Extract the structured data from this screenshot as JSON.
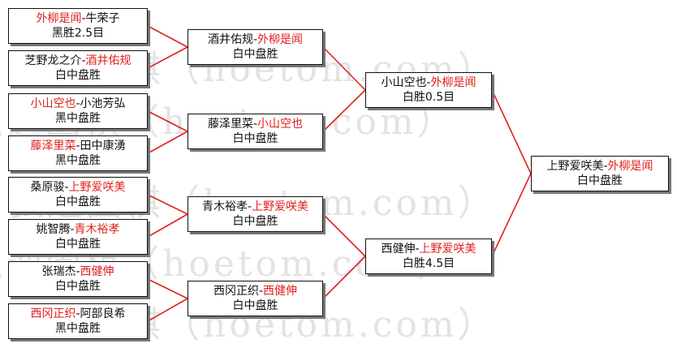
{
  "watermark": "弘通围棋（hoetom.com）",
  "colors": {
    "winner": "#e0211d",
    "line": "#e0211d",
    "text": "#111111"
  },
  "round1": [
    {
      "p1": "外柳是闻",
      "p2": "牛荣子",
      "winner": 1,
      "result": "黑胜2.5目"
    },
    {
      "p1": "芝野龙之介",
      "p2": "酒井佑规",
      "winner": 2,
      "result": "白中盘胜"
    },
    {
      "p1": "小山空也",
      "p2": "小池芳弘",
      "winner": 1,
      "result": "黑中盘胜"
    },
    {
      "p1": "藤泽里菜",
      "p2": "田中康湧",
      "winner": 1,
      "result": "黑中盘胜"
    },
    {
      "p1": "桑原骏",
      "p2": "上野爱咲美",
      "winner": 2,
      "result": "白中盘胜"
    },
    {
      "p1": "姚智腾",
      "p2": "青木裕孝",
      "winner": 2,
      "result": "白中盘胜"
    },
    {
      "p1": "张瑞杰",
      "p2": "西健伸",
      "winner": 2,
      "result": "白中盘胜"
    },
    {
      "p1": "西冈正织",
      "p2": "阿部良希",
      "winner": 1,
      "result": "黑中盘胜"
    }
  ],
  "round2": [
    {
      "p1": "酒井佑规",
      "p2": "外柳是闻",
      "winner": 2,
      "result": "白中盘胜"
    },
    {
      "p1": "藤泽里菜",
      "p2": "小山空也",
      "winner": 2,
      "result": "白中盘胜"
    },
    {
      "p1": "青木裕孝",
      "p2": "上野爱咲美",
      "winner": 2,
      "result": "白中盘胜"
    },
    {
      "p1": "西冈正织",
      "p2": "西健伸",
      "winner": 2,
      "result": "白中盘胜"
    }
  ],
  "round3": [
    {
      "p1": "小山空也",
      "p2": "外柳是闻",
      "winner": 2,
      "result": "白胜0.5目"
    },
    {
      "p1": "西健伸",
      "p2": "上野爱咲美",
      "winner": 2,
      "result": "白胜4.5目"
    }
  ],
  "final": [
    {
      "p1": "上野爱咲美",
      "p2": "外柳是闻",
      "winner": 2,
      "result": "白中盘胜"
    }
  ]
}
